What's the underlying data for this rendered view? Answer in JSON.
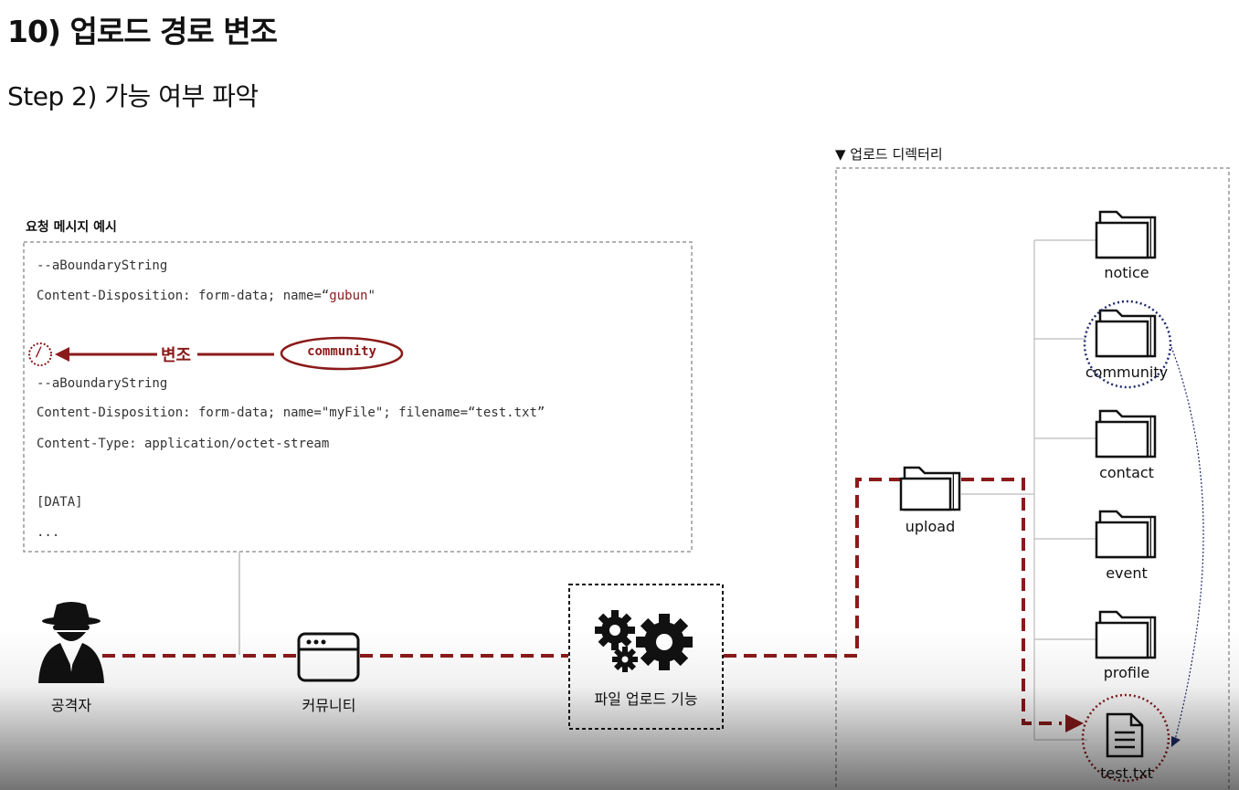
{
  "title": "10) 업로드 경로 변조",
  "subtitle": "Step 2) 가능 여부 파악",
  "request": {
    "label": "요청 메시지 예시",
    "line1": "--aBoundaryString",
    "line2_prefix": "Content-Disposition: form-data; name=“",
    "line2_value": "gubun",
    "line2_suffix": "\"",
    "tamper_target": "/",
    "tamper_label": "변조",
    "tamper_source": "community",
    "line3": "--aBoundaryString",
    "line4": "Content-Disposition: form-data; name=\"myFile\"; filename=“test.txt”",
    "line5": "Content-Type: application/octet-stream",
    "line6": "[DATA]",
    "line7": "..."
  },
  "flow": {
    "attacker": "공격자",
    "community": "커뮤니티",
    "upload_feature": "파일 업로드 기능"
  },
  "directory": {
    "label": "▼ 업로드 디렉터리",
    "root": "upload",
    "folders": [
      "notice",
      "community",
      "contact",
      "event",
      "profile"
    ],
    "file": "test.txt"
  },
  "colors": {
    "accent": "#8b1a1a",
    "highlight_blue": "#1f2a6b",
    "dashed_box": "#999999"
  }
}
